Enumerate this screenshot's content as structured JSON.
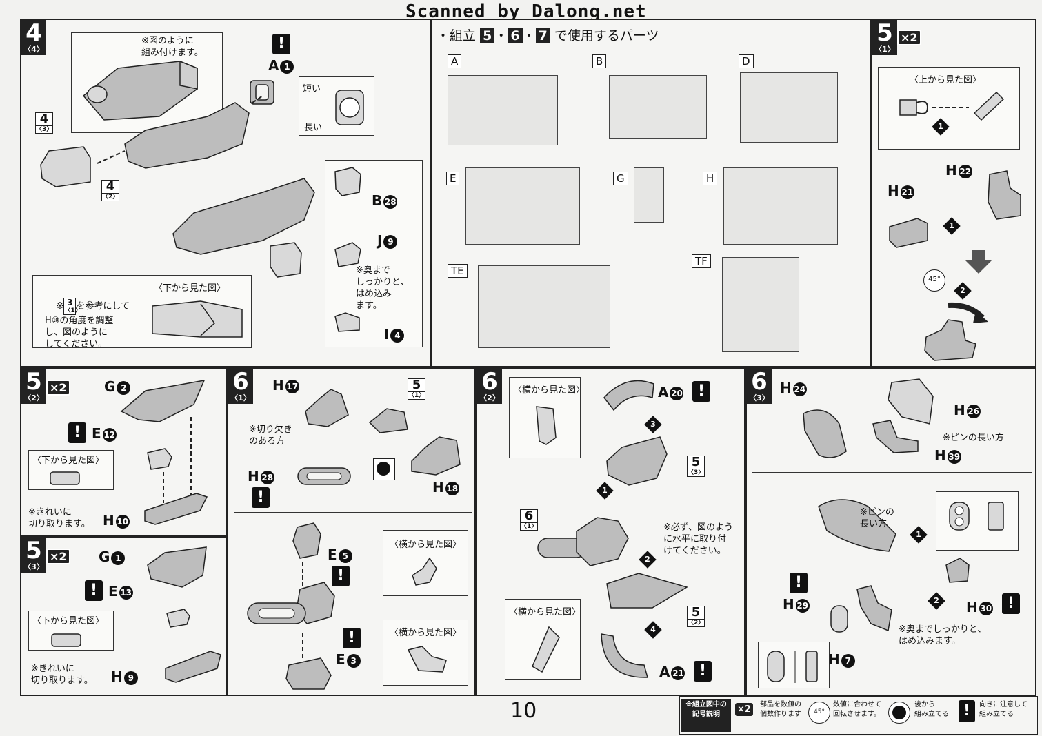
{
  "header": {
    "watermark": "Scanned by Dalong.net"
  },
  "parts_panel": {
    "title_prefix": "・組立",
    "title_steps": [
      "5",
      "6",
      "7"
    ],
    "title_suffix": "で使用するパーツ",
    "runners": [
      "A",
      "B",
      "D",
      "E",
      "G",
      "H",
      "TE",
      "TF"
    ]
  },
  "step4": {
    "number": "4",
    "sub": "〈4〉",
    "note_top": "※図のように\n組み付けます。",
    "part_a": "A",
    "part_a_num": "1",
    "short_label": "短い",
    "long_label": "長い",
    "ref_a": {
      "num": "4",
      "sub": "〈3〉"
    },
    "ref_b": {
      "num": "4",
      "sub": "〈2〉"
    },
    "bottom_view_title": "〈下から見た図〉",
    "bottom_note_prefix": "※",
    "bottom_note_ref": "3",
    "bottom_note_ref_sub": "〈1〉",
    "bottom_note_rest": "を参考にして\nH⑩の角度を調整\nし、図のように\nしてください。",
    "part_b": "B",
    "part_b_num": "28",
    "part_j": "J",
    "part_j_num": "9",
    "part_i": "I",
    "part_i_num": "4",
    "deep_note": "※奥まで\nしっかりと、\nはめ込み\nます。"
  },
  "step5_1": {
    "number": "5",
    "sub": "〈1〉",
    "x2": "×2",
    "top_view_title": "〈上から見た図〉",
    "part_h22": "H",
    "part_h22_num": "22",
    "part_h21": "H",
    "part_h21_num": "21",
    "angle": "45°"
  },
  "step5_2": {
    "number": "5",
    "sub": "〈2〉",
    "x2": "×2",
    "part_g": "G",
    "part_g_num": "2",
    "part_e": "E",
    "part_e_num": "12",
    "bottom_view_title": "〈下から見た図〉",
    "note": "※きれいに\n切り取ります。",
    "part_h": "H",
    "part_h_num": "10"
  },
  "step5_3": {
    "number": "5",
    "sub": "〈3〉",
    "x2": "×2",
    "part_g": "G",
    "part_g_num": "1",
    "part_e": "E",
    "part_e_num": "13",
    "bottom_view_title": "〈下から見た図〉",
    "note": "※きれいに\n切り取ります。",
    "part_h": "H",
    "part_h_num": "9"
  },
  "step6_1": {
    "number": "6",
    "sub": "〈1〉",
    "part_h17": "H",
    "part_h17_num": "17",
    "ref": {
      "num": "5",
      "sub": "〈1〉"
    },
    "notch_note": "※切り欠き\nのある方",
    "part_h28": "H",
    "part_h28_num": "28",
    "part_h18": "H",
    "part_h18_num": "18",
    "side_view_title_1": "〈横から見た図〉",
    "part_e5": "E",
    "part_e5_num": "5",
    "side_view_title_2": "〈横から見た図〉",
    "part_e3": "E",
    "part_e3_num": "3"
  },
  "step6_2": {
    "number": "6",
    "sub": "〈2〉",
    "side_view_title_1": "〈横から見た図〉",
    "part_a20": "A",
    "part_a20_num": "20",
    "ref_5_3": {
      "num": "5",
      "sub": "〈3〉"
    },
    "ref_6_1": {
      "num": "6",
      "sub": "〈1〉"
    },
    "level_note": "※必ず、図のよう\nに水平に取り付\nけてください。",
    "ref_5_2": {
      "num": "5",
      "sub": "〈2〉"
    },
    "side_view_title_2": "〈横から見た図〉",
    "part_a21": "A",
    "part_a21_num": "21"
  },
  "step6_3": {
    "number": "6",
    "sub": "〈3〉",
    "part_h24": "H",
    "part_h24_num": "24",
    "part_h26": "H",
    "part_h26_num": "26",
    "pin_note": "※ピンの長い方",
    "part_h39": "H",
    "part_h39_num": "39",
    "pin_note2": "※ピンの\n長い方",
    "part_h29": "H",
    "part_h29_num": "29",
    "part_h30": "H",
    "part_h30_num": "30",
    "part_h7": "H",
    "part_h7_num": "7",
    "deep_note": "※奥までしっかりと、\nはめ込みます。"
  },
  "footer": {
    "page_number": "10",
    "legend_title": "※組立図中の\n記号説明",
    "legend_x2": "×2",
    "legend_x2_text": "部品を数値の\n個数作ります",
    "legend_angle": "45°",
    "legend_angle_text": "数値に合わせて\n回転させます。",
    "legend_back_text": "後から\n組み立てる",
    "legend_warn_text": "向きに注意して\n組み立てる"
  }
}
